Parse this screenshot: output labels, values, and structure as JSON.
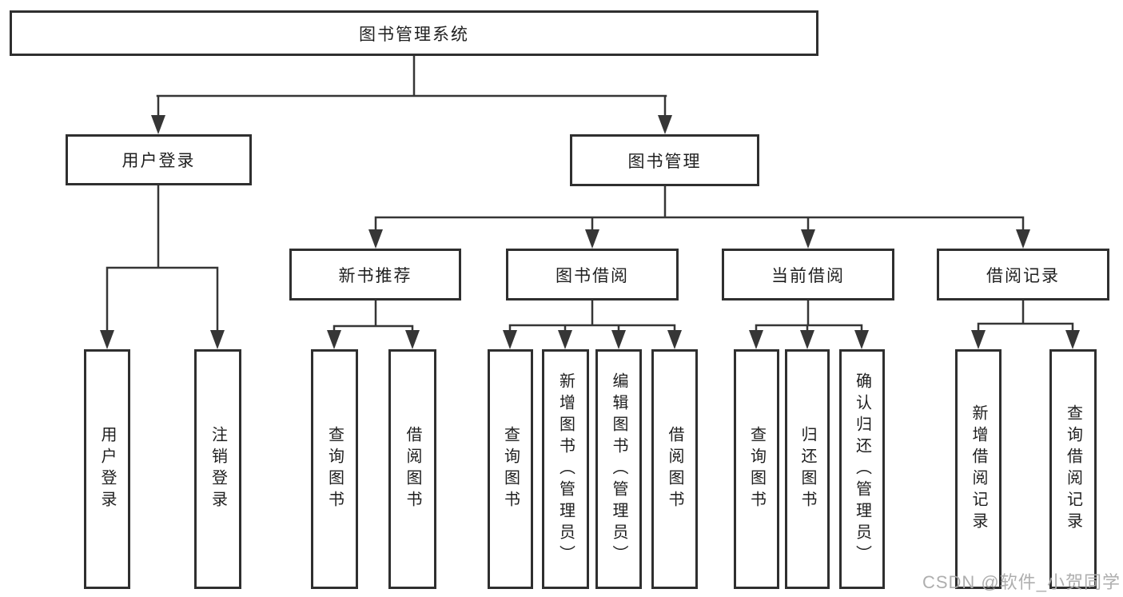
{
  "diagram": {
    "root": {
      "label": "图书管理系统"
    },
    "branches": [
      {
        "label": "用户登录",
        "children": [
          {
            "label": "用户登录"
          },
          {
            "label": "注销登录"
          }
        ]
      },
      {
        "label": "图书管理",
        "children": [
          {
            "label": "新书推荐",
            "children": [
              {
                "label": "查询图书"
              },
              {
                "label": "借阅图书"
              }
            ]
          },
          {
            "label": "图书借阅",
            "children": [
              {
                "label": "查询图书"
              },
              {
                "label": "新增图书（管理员）"
              },
              {
                "label": "编辑图书（管理员）"
              },
              {
                "label": "借阅图书"
              }
            ]
          },
          {
            "label": "当前借阅",
            "children": [
              {
                "label": "查询图书"
              },
              {
                "label": "归还图书"
              },
              {
                "label": "确认归还（管理员）"
              }
            ]
          },
          {
            "label": "借阅记录",
            "children": [
              {
                "label": "新增借阅记录"
              },
              {
                "label": "查询借阅记录"
              }
            ]
          }
        ]
      }
    ]
  },
  "watermark": {
    "text": "CSDN @软件_小贺同学"
  },
  "colors": {
    "line": "#363636",
    "box_border": "#2f2f2f",
    "text": "#1f1f1f",
    "watermark": "#aaaaaa",
    "background": "#ffffff"
  }
}
